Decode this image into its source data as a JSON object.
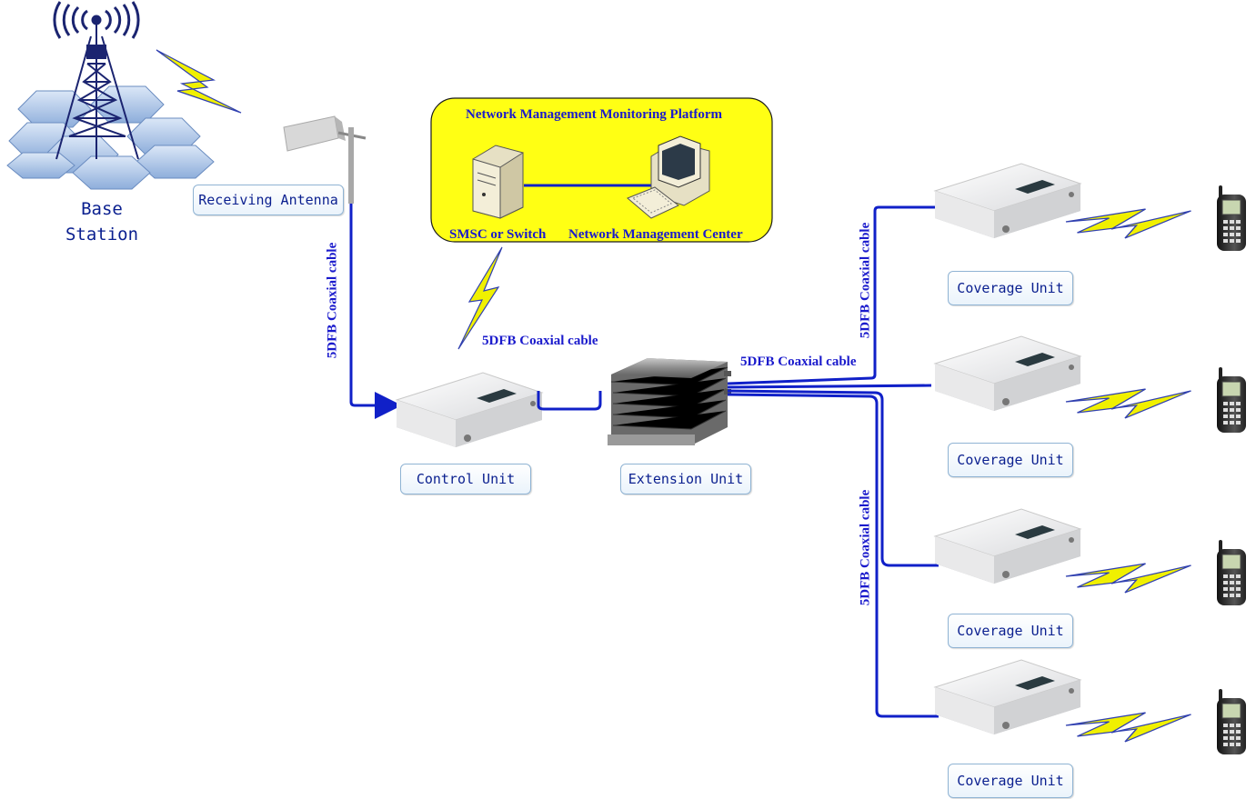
{
  "labels": {
    "base_station_line1": "Base",
    "base_station_line2": "Station",
    "receiving_antenna": "Receiving Antenna",
    "platform_title": "Network Management Monitoring Platform",
    "smsc": "SMSC or Switch",
    "nmc": "Network Management Center",
    "control_unit": "Control Unit",
    "extension_unit": "Extension Unit",
    "coverage_unit": "Coverage Unit"
  },
  "cables": {
    "antenna_to_control": "5DFB Coaxial cable",
    "control_to_extension": "5DFB Coaxial cable",
    "extension_to_coverage_top": "5DFB Coaxial cable",
    "extension_to_coverage_vertical_upper": "5DFB Coaxial cable",
    "extension_to_coverage_vertical_lower": "5DFB Coaxial cable"
  },
  "colors": {
    "cable": "#1020c8",
    "lightning": "#f0f000",
    "platform_bg": "#ffff14",
    "label_text": "#0a1f8f"
  }
}
